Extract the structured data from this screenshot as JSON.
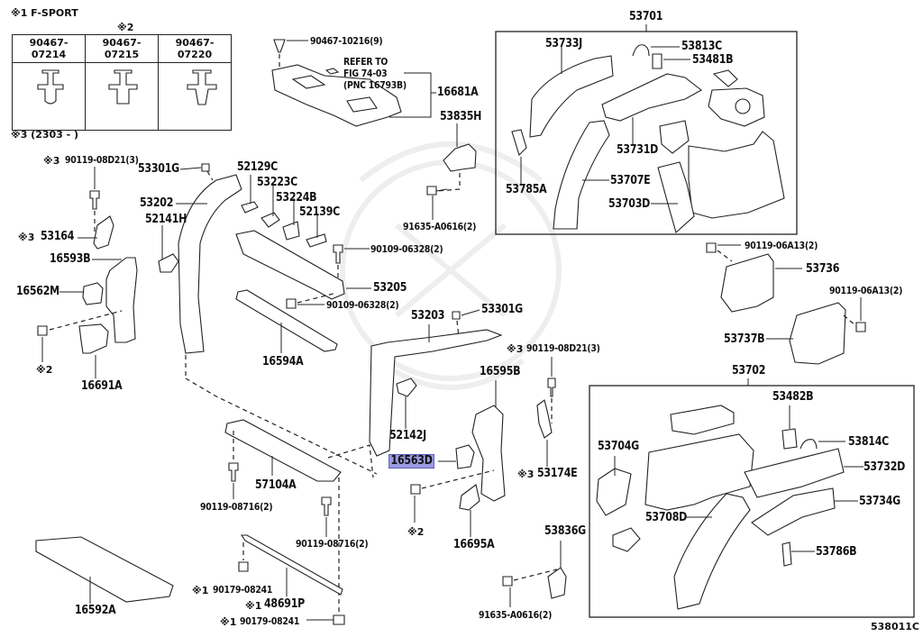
{
  "diagram_code": "538011C",
  "notes": {
    "n1": "※1 F-SPORT",
    "n2": "※2",
    "n3": "※3 (2303 -      )"
  },
  "clip_table": {
    "marker": "※2",
    "headers": [
      "90467-07214",
      "90467-07215",
      "90467-07220"
    ],
    "icons": [
      "push-clip-icon",
      "push-clip-icon",
      "push-clip-icon"
    ]
  },
  "labels": {
    "p90467_10216": "90467-10216(9)",
    "refer_to": "REFER TO",
    "fig": "FIG 74-03",
    "pnc": "(PNC 16793B)",
    "p16681A": "16681A",
    "p53835H": "53835H",
    "p91635_A0616_top": "91635-A0616(2)",
    "p90119_08D21_left": "90119-08D21(3)",
    "m3_left": "※3",
    "p53301G_left": "53301G",
    "p52129C": "52129C",
    "p53223C": "53223C",
    "p53224B": "53224B",
    "p52139C": "52139C",
    "p53202": "53202",
    "p52141H": "52141H",
    "p53164": "53164",
    "m3_53164": "※3",
    "p16593B": "16593B",
    "p16562M": "16562M",
    "p90109_06328_top": "90109-06328(2)",
    "p53205": "53205",
    "p90109_06328_bot": "90109-06328(2)",
    "m2_left": "※2",
    "p16691A": "16691A",
    "p16594A": "16594A",
    "p53203": "53203",
    "p53301G_mid": "53301G",
    "p90119_08D21_mid": "90119-08D21(3)",
    "m3_mid": "※3",
    "p16595B": "16595B",
    "p52142J": "52142J",
    "p16563D": "16563D",
    "p53174E": "53174E",
    "m3_53174E": "※3",
    "p57104A": "57104A",
    "p90119_08716_a": "90119-08716(2)",
    "p90119_08716_b": "90119-08716(2)",
    "m2_mid": "※2",
    "p16695A": "16695A",
    "p53836G": "53836G",
    "p91635_A0616_bot": "91635-A0616(2)",
    "p16592A": "16592A",
    "p90179_08241_a": "90179-08241",
    "m1_a": "※1",
    "p48691P": "48691P",
    "m1_b": "※1",
    "p90179_08241_b": "90179-08241",
    "m1_c": "※1",
    "p53701": "53701",
    "p53733J": "53733J",
    "p53813C": "53813C",
    "p53481B": "53481B",
    "p53731D": "53731D",
    "p53785A": "53785A",
    "p53707E": "53707E",
    "p53703D": "53703D",
    "p90119_06A13_a": "90119-06A13(2)",
    "p53736": "53736",
    "p90119_06A13_b": "90119-06A13(2)",
    "p53737B": "53737B",
    "p53702": "53702",
    "p53482B": "53482B",
    "p53814C": "53814C",
    "p53704G": "53704G",
    "p53732D": "53732D",
    "p53734G": "53734G",
    "p53708D": "53708D",
    "p53786B": "53786B"
  },
  "highlight": {
    "part": "16563D",
    "color": "#9a9ae0"
  }
}
